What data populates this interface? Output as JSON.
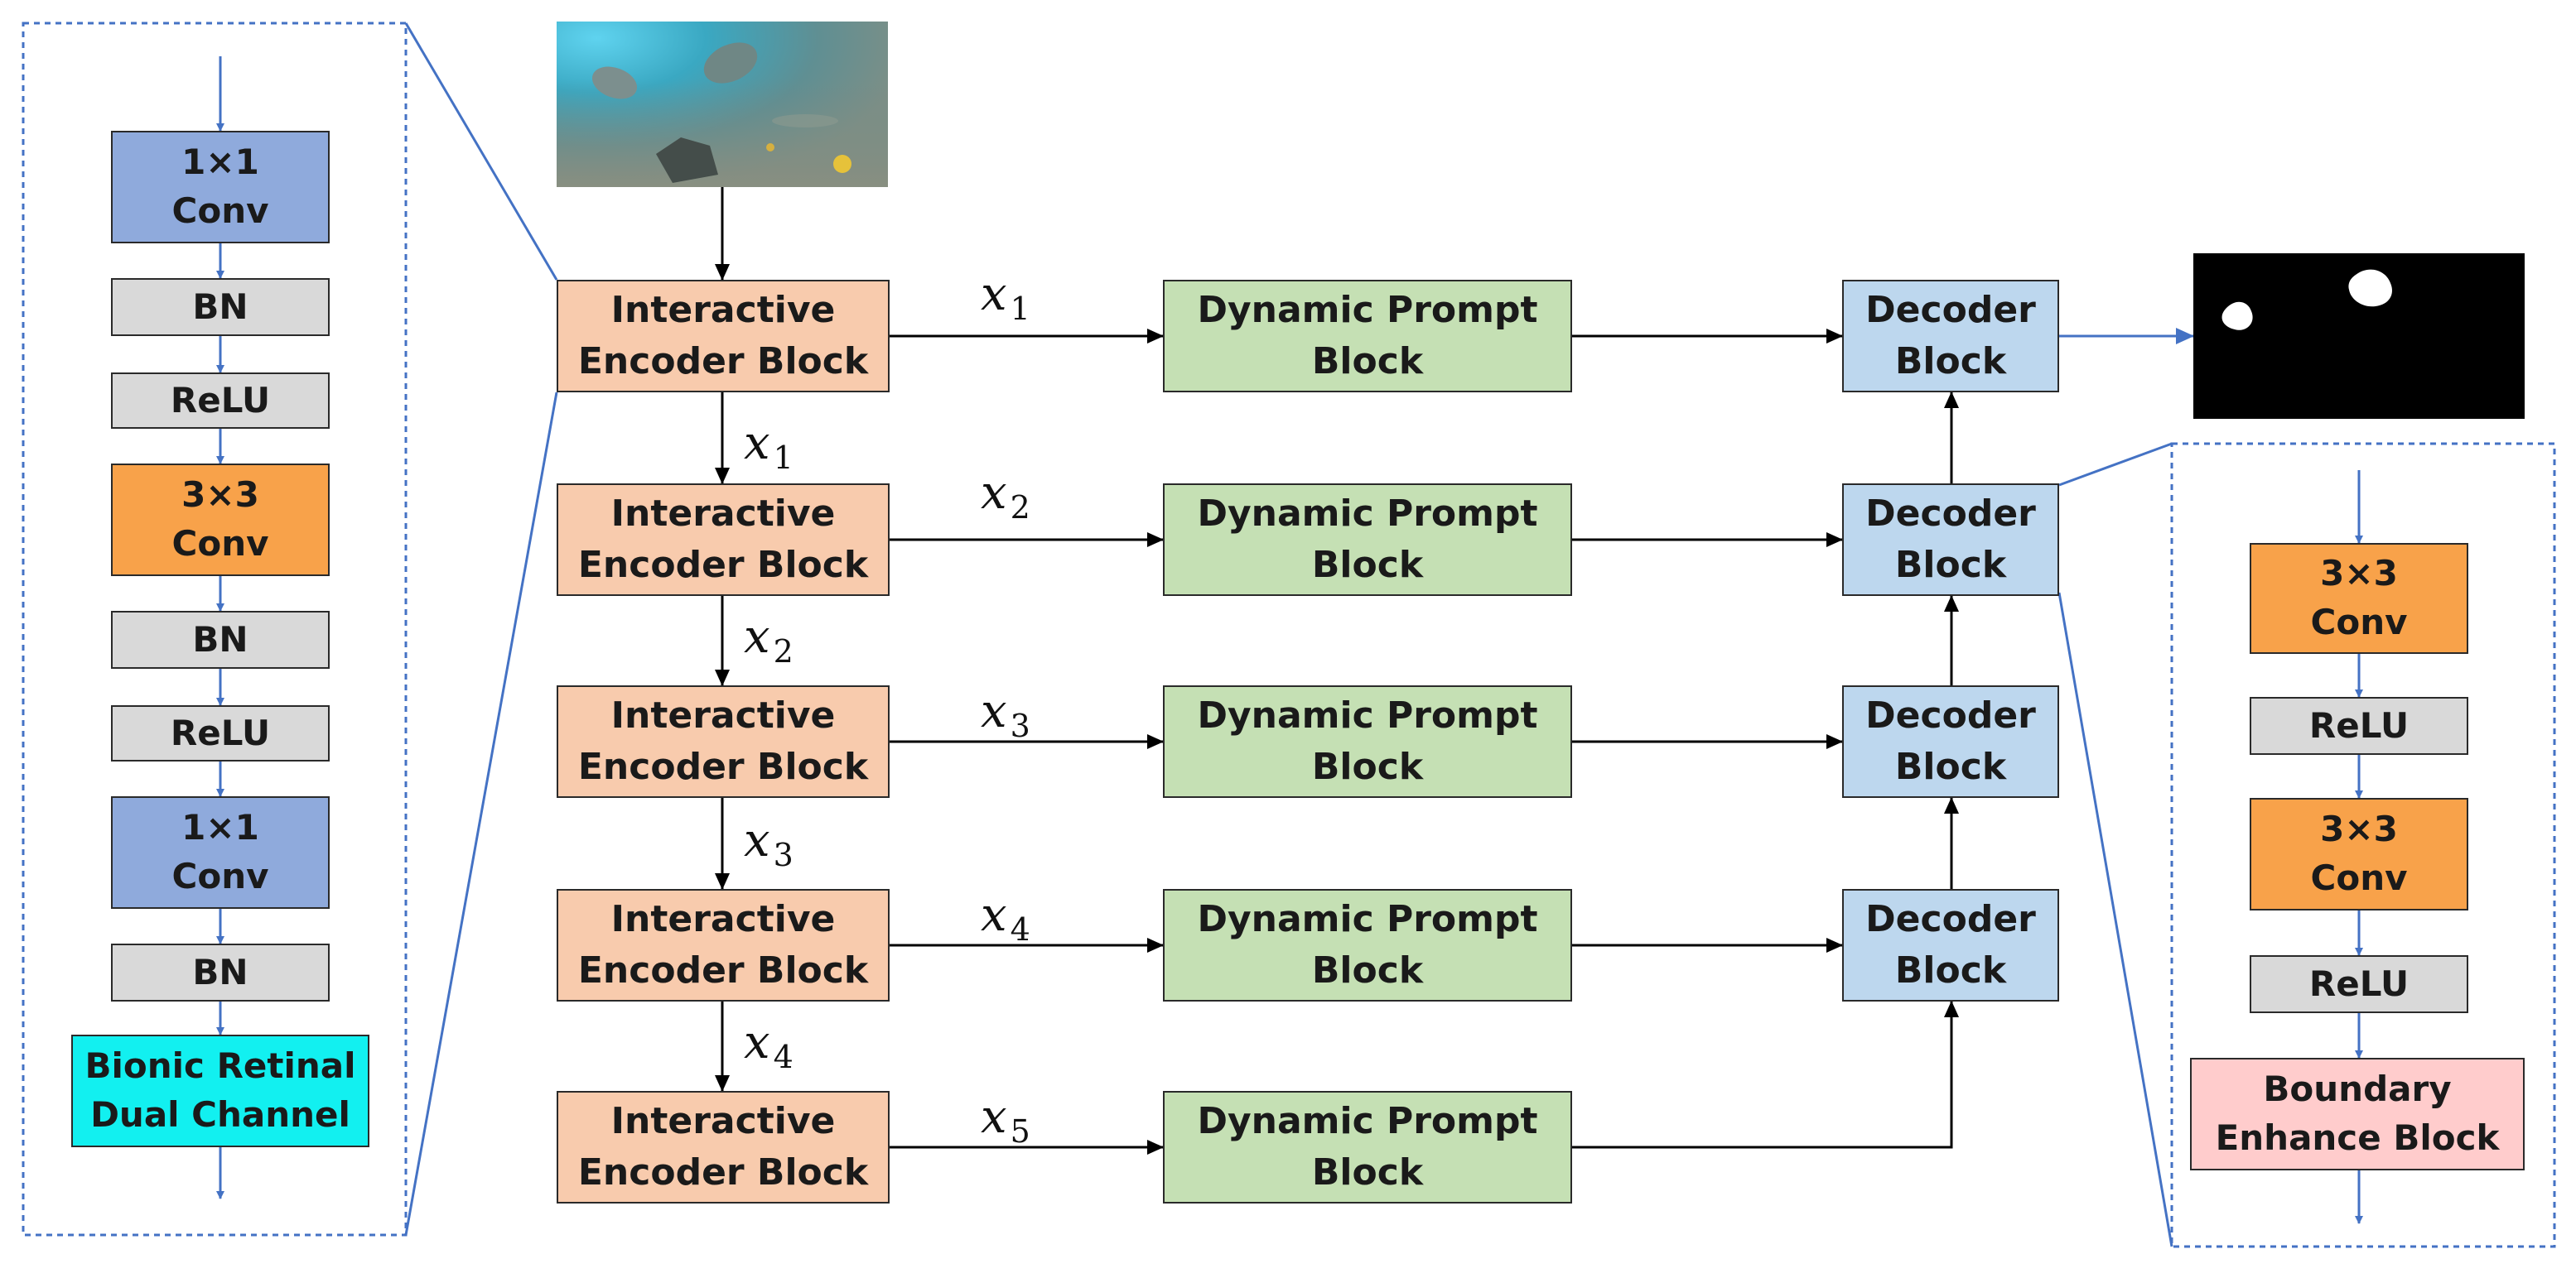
{
  "colors": {
    "encoder": "#f8cbad",
    "dynamic_prompt": "#c5e0b4",
    "decoder": "#bdd7ee",
    "conv1x1": "#8faadc",
    "bn_relu": "#d9d9d9",
    "conv3x3": "#f8a24a",
    "bionic_retinal": "#12f0f0",
    "boundary_enhance": "#ffcccc",
    "detail_arrow": "#4472c4",
    "main_arrow": "#000000"
  },
  "encoders": [
    "Interactive\nEncoder Block",
    "Interactive\nEncoder Block",
    "Interactive\nEncoder Block",
    "Interactive\nEncoder Block",
    "Interactive\nEncoder Block"
  ],
  "prompts": [
    "Dynamic Prompt\nBlock",
    "Dynamic Prompt\nBlock",
    "Dynamic Prompt\nBlock",
    "Dynamic Prompt\nBlock",
    "Dynamic Prompt\nBlock"
  ],
  "decoders": [
    "Decoder\nBlock",
    "Decoder\nBlock",
    "Decoder\nBlock",
    "Decoder\nBlock"
  ],
  "skip_labels": [
    {
      "base": "x",
      "sub": "1"
    },
    {
      "base": "x",
      "sub": "2"
    },
    {
      "base": "x",
      "sub": "3"
    },
    {
      "base": "x",
      "sub": "4"
    },
    {
      "base": "x",
      "sub": "5"
    }
  ],
  "down_labels": [
    {
      "base": "x",
      "sub": "1"
    },
    {
      "base": "x",
      "sub": "2"
    },
    {
      "base": "x",
      "sub": "3"
    },
    {
      "base": "x",
      "sub": "4"
    }
  ],
  "encoder_detail": [
    "1×1\nConv",
    "BN",
    "ReLU",
    "3×3\nConv",
    "BN",
    "ReLU",
    "1×1\nConv",
    "BN",
    "Bionic Retinal\nDual Channel"
  ],
  "decoder_detail": [
    "3×3\nConv",
    "ReLU",
    "3×3\nConv",
    "ReLU",
    "Boundary\nEnhance Block"
  ]
}
